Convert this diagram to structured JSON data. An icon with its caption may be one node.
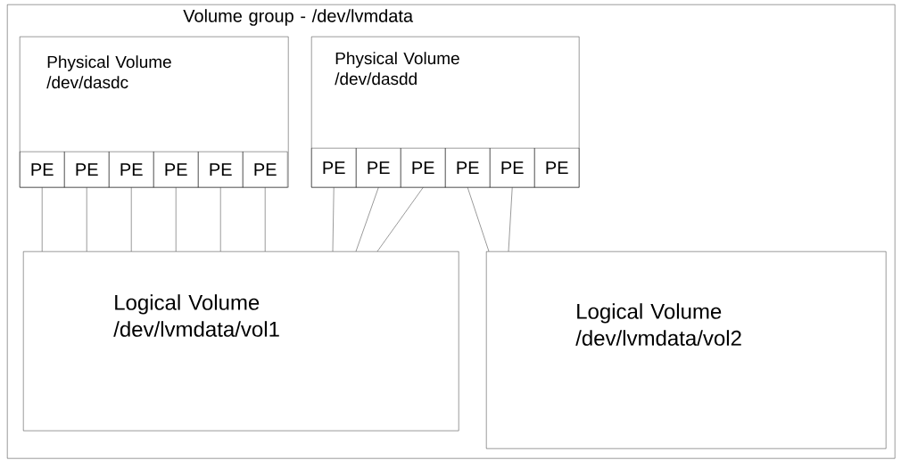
{
  "diagram": {
    "nodes": [
      {
        "text": [
          "Volume group - /dev/lvmdata"
        ]
      },
      {
        "text": [
          "Physical Volume /dev/dasdc"
        ],
        "in": 0
      },
      {
        "text": [
          "Physical Volume /dev/dasdd"
        ],
        "in": 0
      },
      {
        "text": [
          "PE"
        ],
        "in": 1
      },
      {
        "text": [
          "PE"
        ],
        "in": 1
      },
      {
        "text": [
          "PE"
        ],
        "in": 1
      },
      {
        "text": [
          "PE"
        ],
        "in": 1
      },
      {
        "text": [
          "PE"
        ],
        "in": 1
      },
      {
        "text": [
          "PE"
        ],
        "in": 1
      },
      {
        "text": [
          "PE"
        ],
        "in": 2
      },
      {
        "text": [
          "PE"
        ],
        "in": 2
      },
      {
        "text": [
          "PE"
        ],
        "in": 2
      },
      {
        "text": [
          "PE"
        ],
        "in": 2
      },
      {
        "text": [
          "PE"
        ],
        "in": 2
      },
      {
        "text": [
          "PE"
        ],
        "in": 2
      },
      {
        "text": [
          "Logical Volume /dev/lvmdata/vol1"
        ],
        "in": 0
      },
      {
        "text": [
          "Logical Volume /dev/lvmdata/vol2"
        ],
        "in": 0
      }
    ],
    "edges": [
      {
        "from": 3,
        "to": 15,
        "arrow": "none"
      },
      {
        "from": 4,
        "to": 15,
        "arrow": "none"
      },
      {
        "from": 5,
        "to": 15,
        "arrow": "none"
      },
      {
        "from": 6,
        "to": 15,
        "arrow": "none"
      },
      {
        "from": 7,
        "to": 15,
        "arrow": "none"
      },
      {
        "from": 8,
        "to": 15,
        "arrow": "none"
      },
      {
        "from": 9,
        "to": 15,
        "arrow": "none"
      },
      {
        "from": 10,
        "to": 15,
        "arrow": "none"
      },
      {
        "from": 11,
        "to": 15,
        "arrow": "none"
      },
      {
        "from": 12,
        "to": 16,
        "arrow": "none"
      },
      {
        "from": 13,
        "to": 16,
        "arrow": "none"
      }
    ]
  }
}
